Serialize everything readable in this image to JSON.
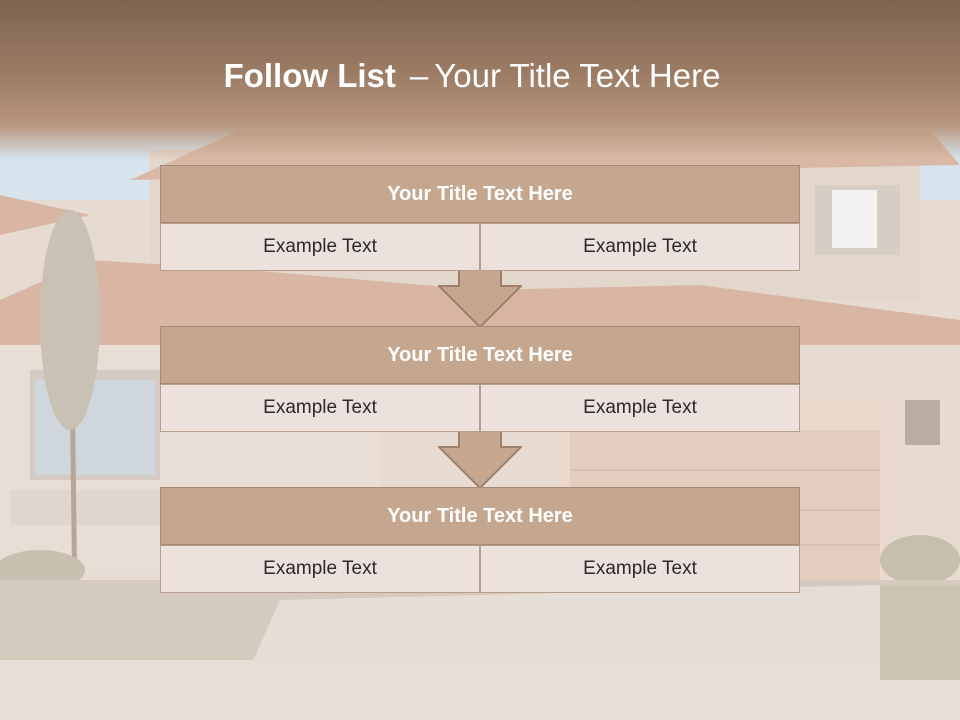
{
  "slide": {
    "title_bold": "Follow List",
    "title_dash": "–",
    "title_rest": "Your Title Text Here"
  },
  "steps": [
    {
      "title": "Your Title Text Here",
      "left": "Example Text",
      "right": "Example Text"
    },
    {
      "title": "Your Title Text Here",
      "left": "Example Text",
      "right": "Example Text"
    },
    {
      "title": "Your Title Text Here",
      "left": "Example Text",
      "right": "Example Text"
    }
  ],
  "colors": {
    "header_fill": "#c5a68f",
    "cell_fill": "#ece1dd",
    "arrow_fill": "#c5a68f",
    "title_band": "#8f715b"
  },
  "icons": [
    "house-photo",
    "down-arrow-icon"
  ]
}
